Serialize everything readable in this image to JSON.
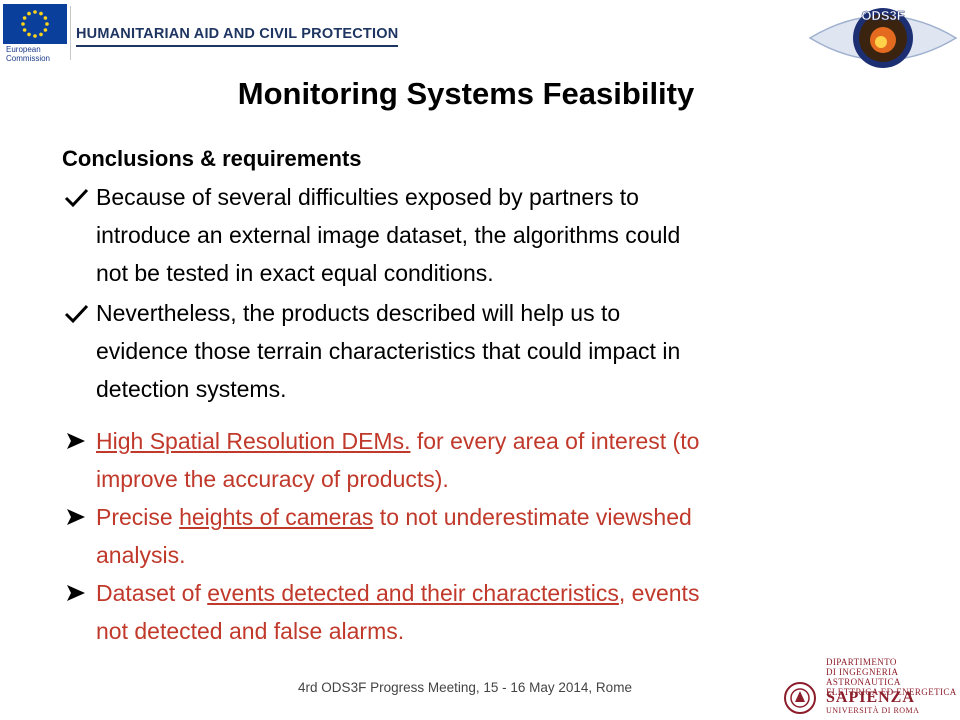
{
  "header": {
    "eu_caption_line1": "European",
    "eu_caption_line2": "Commission",
    "department": "HUMANITARIAN AID AND CIVIL PROTECTION",
    "ods3f_logo_text": "ODS3F"
  },
  "title": "Monitoring Systems Feasibility",
  "section_heading": "Conclusions & requirements",
  "checks": [
    {
      "lines": [
        "Because of several difficulties exposed by partners to",
        "introduce an external image dataset, the algorithms could",
        "not be tested in exact equal conditions."
      ]
    },
    {
      "lines": [
        "Nevertheless, the products described will help us to",
        "evidence those terrain characteristics that could impact in",
        "detection systems."
      ]
    }
  ],
  "requirements": [
    {
      "line1_link": "High Spatial Resolution DEMs.",
      "line1_rest": " for every area of interest (to",
      "line2": "improve the accuracy of products)."
    },
    {
      "line1_pre": "Precise ",
      "line1_link": "heights of cameras",
      "line1_rest": " to not underestimate viewshed",
      "line2": "analysis."
    },
    {
      "line1_pre": "Dataset of ",
      "line1_link": "events detected and their characteristics",
      "line1_rest": ", events",
      "line2": "not detected and false alarms."
    }
  ],
  "footer": "4rd ODS3F Progress Meeting, 15 - 16 May 2014, Rome",
  "university": {
    "dept_line1": "DIPARTIMENTO",
    "dept_line2": "DI INGEGNERIA ASTRONAUTICA",
    "dept_line3": "ELETTRICA ED ENERGETICA",
    "name": "SAPIENZA",
    "sub": "UNIVERSITÀ DI ROMA"
  },
  "colors": {
    "accent_red": "#c0392b",
    "eu_blue": "#0b3f9c",
    "sapienza_red": "#8c1d2a"
  }
}
